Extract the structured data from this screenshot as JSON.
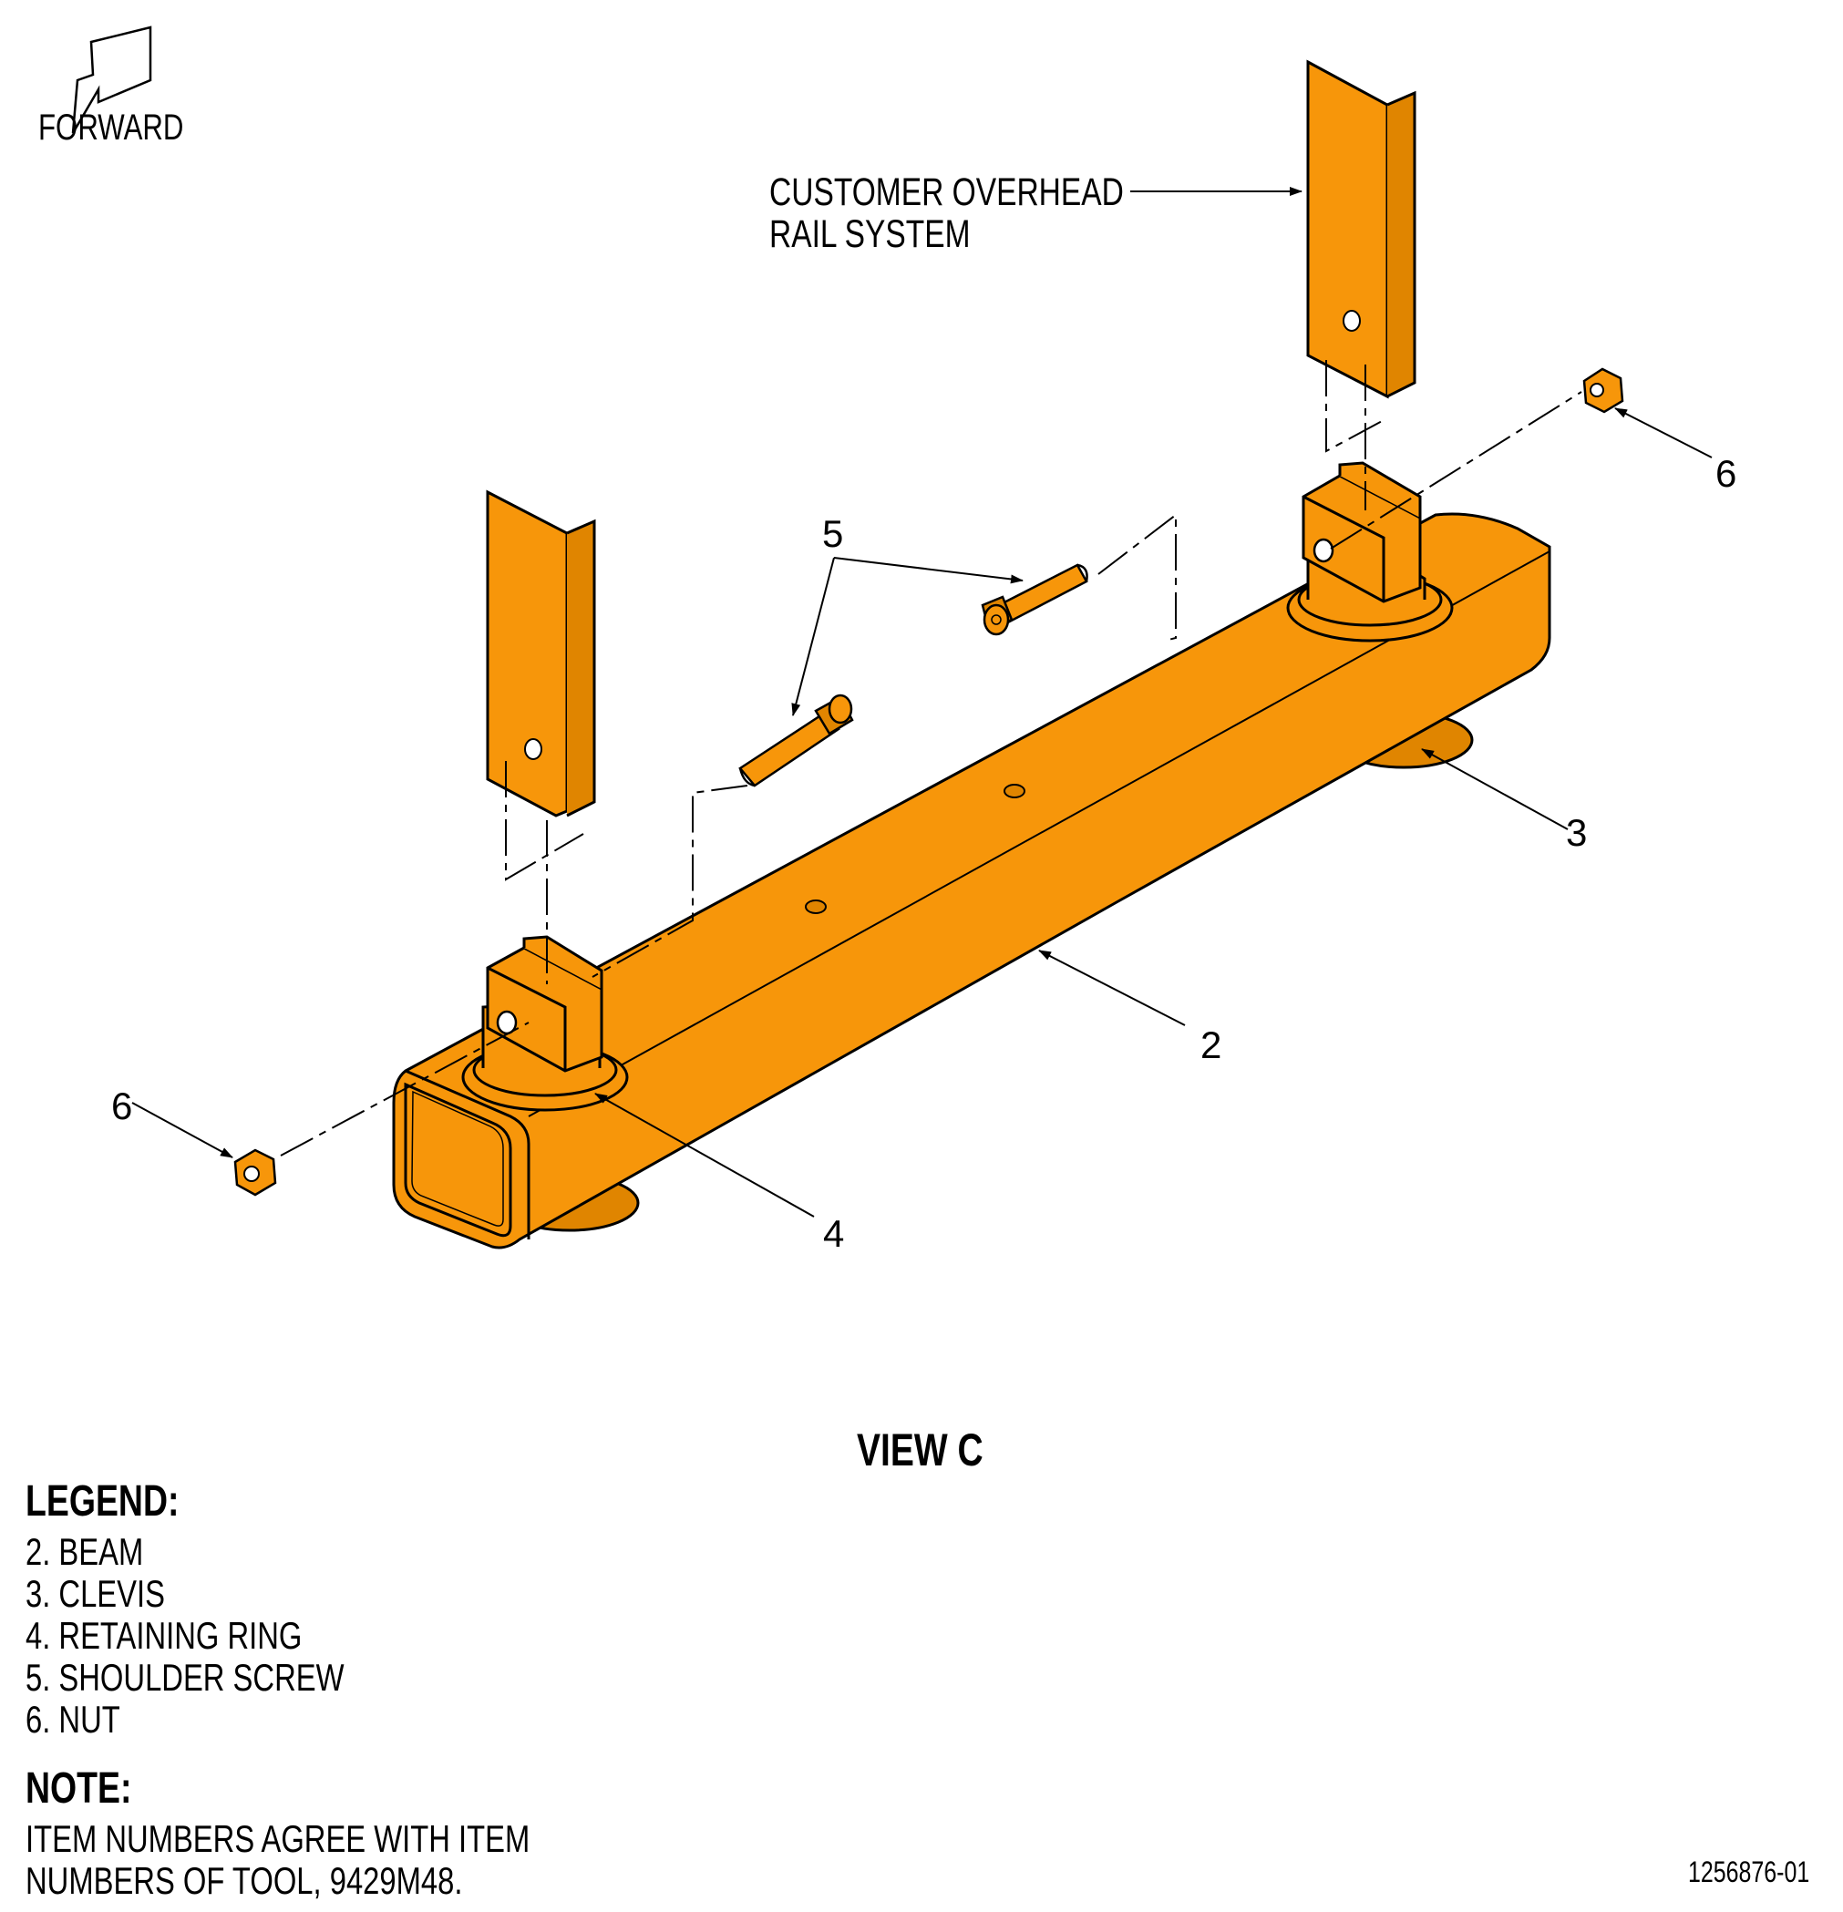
{
  "forward_label": "FORWARD",
  "rail_callout": [
    "CUSTOMER OVERHEAD",
    "RAIL SYSTEM"
  ],
  "callouts": {
    "beam": "2",
    "clevis": "3",
    "retaining_ring": "4",
    "shoulder_screw": "5",
    "nut_right": "6",
    "nut_left": "6"
  },
  "view_title": "VIEW C",
  "legend": {
    "heading": "LEGEND:",
    "items": [
      "2. BEAM",
      "3. CLEVIS",
      "4. RETAINING RING",
      "5. SHOULDER SCREW",
      "6. NUT"
    ]
  },
  "note": {
    "heading": "NOTE:",
    "text": "ITEM NUMBERS AGREE WITH ITEM NUMBERS OF TOOL, 9429M48."
  },
  "document_number": "1256876-01",
  "colors": {
    "part_fill": "#F7960A",
    "part_dark": "#E08500",
    "line": "#000000"
  }
}
